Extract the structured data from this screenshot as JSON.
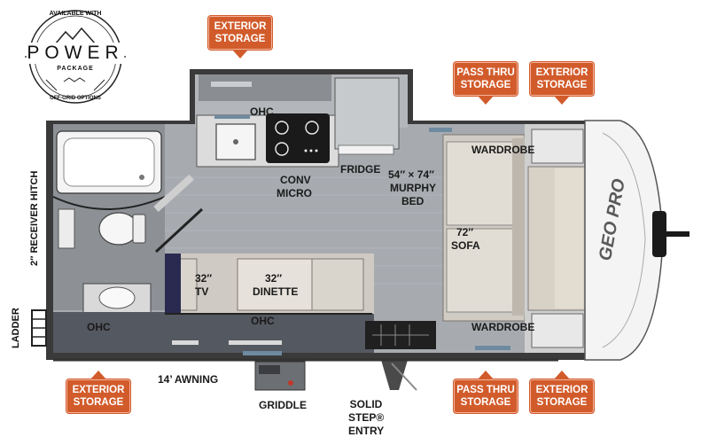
{
  "logo": {
    "top_text": "AVAILABLE WITH",
    "word": "POWER",
    "sub_text": "PACKAGE",
    "bottom_text": "OFF-GRID OPTIONS"
  },
  "brand": {
    "name": "GEO PRO"
  },
  "storage_tags": {
    "top_exterior": "EXTERIOR STORAGE",
    "top_pass_thru": "PASS THRU STORAGE",
    "top_right_exterior": "EXTERIOR STORAGE",
    "bottom_left_exterior": "EXTERIOR STORAGE",
    "bottom_pass_thru": "PASS THRU STORAGE",
    "bottom_right_exterior": "EXTERIOR STORAGE"
  },
  "labels": {
    "ohc_top": "OHC",
    "fridge": "FRIDGE",
    "conv_micro_1": "CONV",
    "conv_micro_2": "MICRO",
    "murphy_bed_1": "54″ × 74″",
    "murphy_bed_2": "MURPHY",
    "murphy_bed_3": "BED",
    "wardrobe_top": "WARDROBE",
    "sofa_1": "72″",
    "sofa_2": "SOFA",
    "tv_1": "32″",
    "tv_2": "TV",
    "dinette_1": "32″",
    "dinette_2": "DINETTE",
    "ohc_mid": "OHC",
    "ohc_left": "OHC",
    "wardrobe_bottom": "WARDROBE",
    "receiver_hitch": "2″ RECEIVER HITCH",
    "ladder": "LADDER",
    "awning": "14’ AWNING",
    "griddle": "GRIDDLE",
    "solid_step_1": "SOLID",
    "solid_step_2": "STEP®",
    "solid_step_3": "ENTRY"
  },
  "colors": {
    "tag_orange": "#d25b2b",
    "floor_gray": "#9a9ea3",
    "wall_dark": "#3a3a3a"
  }
}
